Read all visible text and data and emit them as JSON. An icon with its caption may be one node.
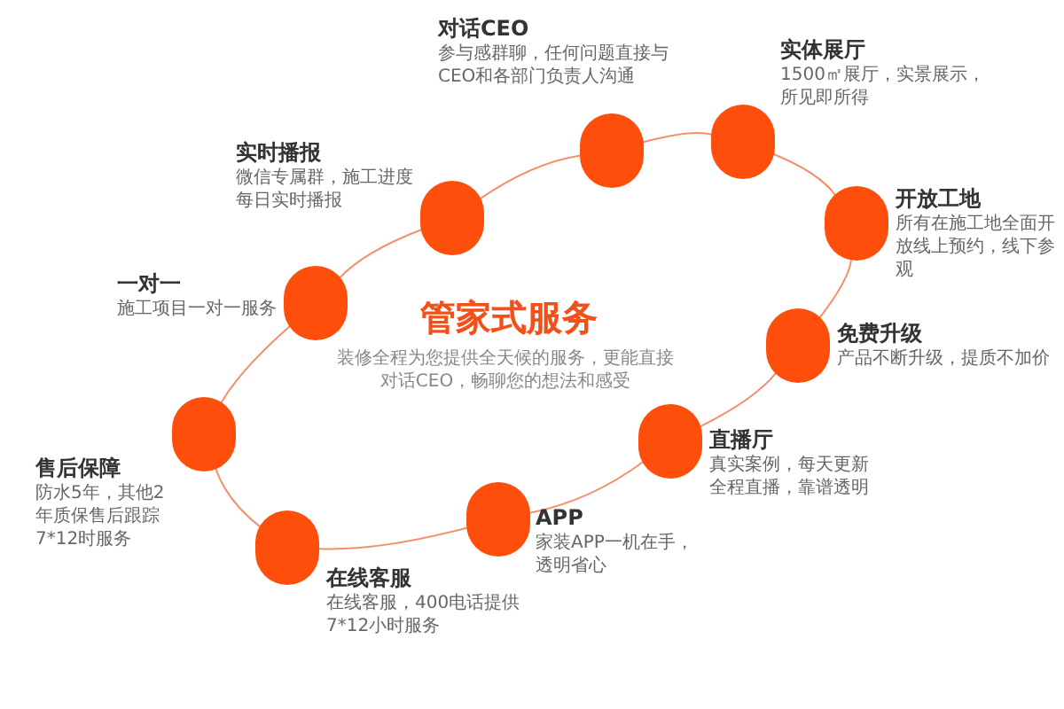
{
  "diagram": {
    "title": "管家式服务",
    "nodes": [
      {
        "text": [
          "一对一",
          "施工项目一对一服务"
        ]
      },
      {
        "text": [
          "实时播报",
          "微信专属群，施工进度每日实时播报"
        ]
      },
      {
        "text": [
          "对话CEO",
          "参与感群聊，任何问题直接与CEO和各部门负责人沟通"
        ]
      },
      {
        "text": [
          "实体展厅",
          "1500㎡展厅，实景展示，所见即所得"
        ]
      },
      {
        "text": [
          "开放工地",
          "所有在施工地全面开放线上预约，线下参观"
        ]
      },
      {
        "text": [
          "免费升级",
          "产品不断升级，提质不加价"
        ]
      },
      {
        "text": [
          "直播厅",
          "真实案例，每天更新全程直播，靠谱透明"
        ]
      },
      {
        "text": [
          "APP",
          "家装APP一机在手，透明省心"
        ]
      },
      {
        "text": [
          "在线客服",
          "在线客服，400电话提供7*12小时服务"
        ]
      },
      {
        "text": [
          "售后保障",
          "防水5年，其他2年质保售后跟踪7*12时服务"
        ]
      }
    ],
    "edges": [
      {
        "from": 0,
        "to": 1,
        "arrow": "none"
      },
      {
        "from": 1,
        "to": 2,
        "arrow": "none"
      },
      {
        "from": 2,
        "to": 3,
        "arrow": "none"
      },
      {
        "from": 3,
        "to": 4,
        "arrow": "none"
      },
      {
        "from": 4,
        "to": 5,
        "arrow": "none"
      },
      {
        "from": 5,
        "to": 6,
        "arrow": "none"
      },
      {
        "from": 6,
        "to": 7,
        "arrow": "none"
      },
      {
        "from": 7,
        "to": 8,
        "arrow": "none"
      },
      {
        "from": 8,
        "to": 9,
        "arrow": "none"
      },
      {
        "from": 9,
        "to": 0,
        "arrow": "none"
      }
    ],
    "labels": [
      "装修全程为您提供全天候的服务，更能直接对话CEO，畅聊您的想法和感受"
    ]
  }
}
